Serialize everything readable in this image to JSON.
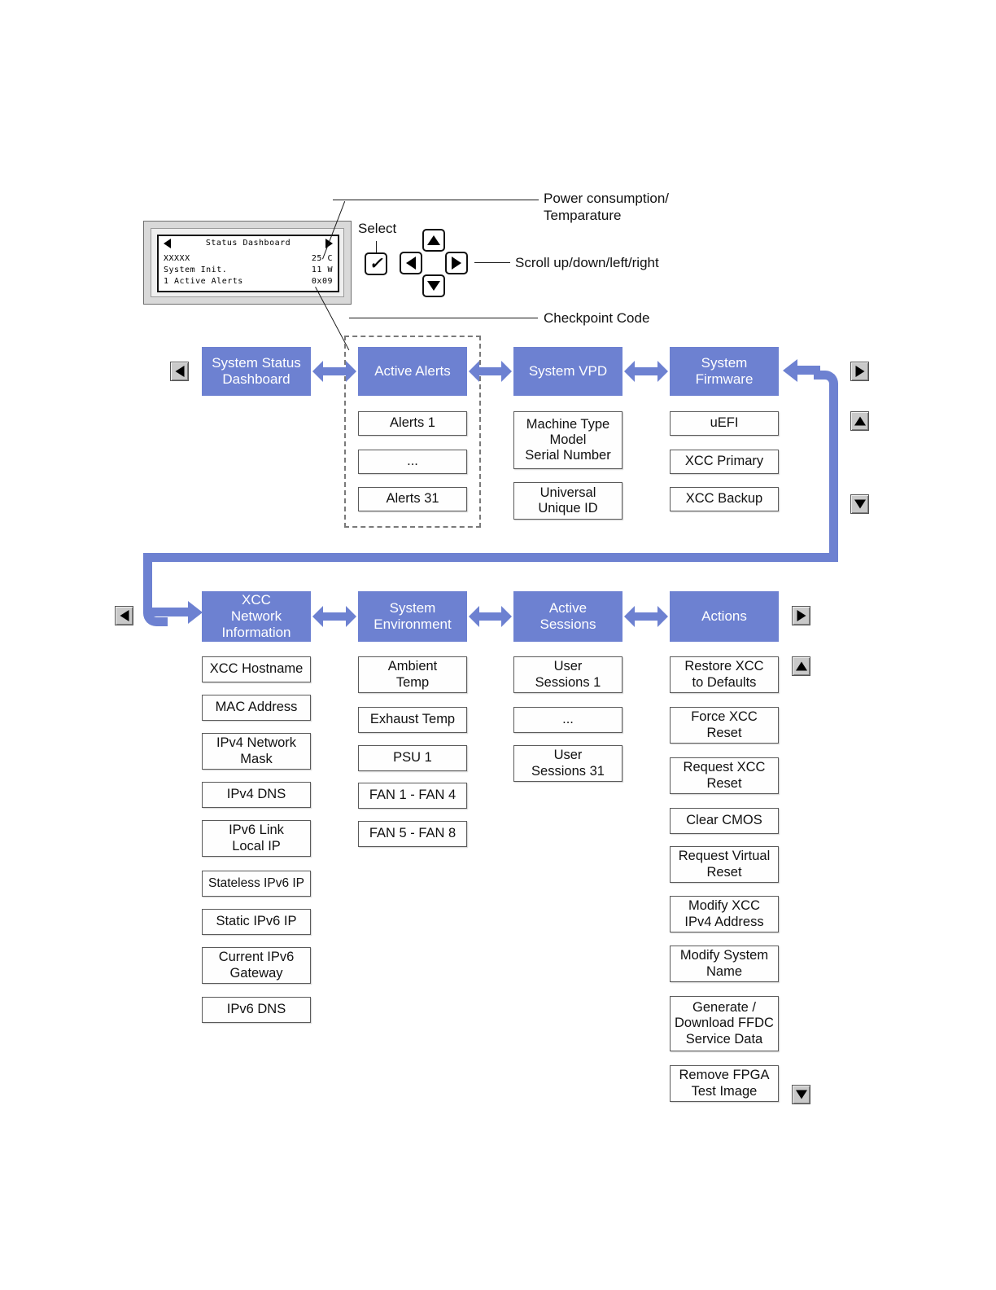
{
  "lcd": {
    "title": "Status Dashboard",
    "left_arrow": "left-arrow",
    "right_arrow": "right-arrow",
    "rows": [
      {
        "left": "XXXXX",
        "right": "25 C"
      },
      {
        "left": "System Init.",
        "right": "11 W"
      },
      {
        "left": "1 Active Alerts",
        "right": "0x09"
      }
    ]
  },
  "keypad": {
    "select_label": "Select",
    "select_glyph": "✓",
    "up": "up-arrow",
    "down": "down-arrow",
    "left": "left-arrow",
    "right": "right-arrow"
  },
  "callouts": {
    "power_temp": "Power consumption/\nTemparature",
    "scroll": "Scroll up/down/left/right",
    "checkpoint": "Checkpoint Code"
  },
  "colors": {
    "header_blue": "#6d81d1",
    "leaf_border": "#5a5a5a",
    "dashed_border": "#7a7a7a",
    "button_grey": "#c9c9c9"
  },
  "row1": {
    "columns": [
      {
        "header": "System Status\nDashboard",
        "items": []
      },
      {
        "header": "Active Alerts",
        "grouped": true,
        "items": [
          "Alerts 1",
          "...",
          "Alerts 31"
        ]
      },
      {
        "header": "System VPD",
        "items": [
          "Machine Type\nModel\nSerial Number",
          "Universal\nUnique ID"
        ]
      },
      {
        "header": "System\nFirmware",
        "items": [
          "uEFI",
          "XCC Primary",
          "XCC Backup"
        ]
      }
    ]
  },
  "row2": {
    "columns": [
      {
        "header": "XCC\nNetwork\nInformation",
        "items": [
          "XCC Hostname",
          "MAC Address",
          "IPv4 Network\nMask",
          "IPv4 DNS",
          "IPv6 Link\nLocal IP",
          "Stateless IPv6 IP",
          "Static IPv6 IP",
          "Current IPv6\nGateway",
          "IPv6 DNS"
        ]
      },
      {
        "header": "System\nEnvironment",
        "items": [
          "Ambient\nTemp",
          "Exhaust Temp",
          "PSU 1",
          "FAN 1 - FAN 4",
          "FAN 5 - FAN 8"
        ]
      },
      {
        "header": "Active\nSessions",
        "items": [
          "User\nSessions 1",
          "...",
          "User\nSessions 31"
        ]
      },
      {
        "header": "Actions",
        "items": [
          "Restore XCC\nto Defaults",
          "Force XCC\nReset",
          "Request XCC\nReset",
          "Clear CMOS",
          "Request Virtual\nReset",
          "Modify XCC\nIPv4 Address",
          "Modify System\nName",
          "Generate /\nDownload FFDC\nService Data",
          "Remove FPGA\nTest Image"
        ]
      }
    ]
  },
  "nav_buttons": {
    "row1_left": "left-arrow",
    "row1_right": "right-arrow",
    "row1_up": "up-arrow",
    "row1_down": "down-arrow",
    "row2_left": "left-arrow",
    "row2_right": "right-arrow",
    "row2_up": "up-arrow",
    "row2_down": "down-arrow"
  }
}
